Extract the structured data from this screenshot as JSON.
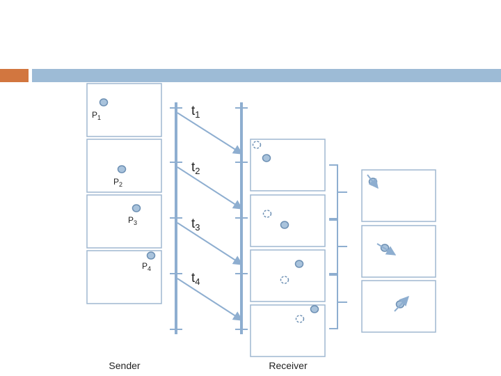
{
  "slide": {
    "colors": {
      "accent": "#d2763f",
      "bar": "#9dbbd6",
      "line": "#8eaed0",
      "frame": "#9fb7d0"
    }
  },
  "sender": {
    "label": "Sender",
    "packets": [
      {
        "name": "P",
        "sub": "1"
      },
      {
        "name": "P",
        "sub": "2"
      },
      {
        "name": "P",
        "sub": "3"
      },
      {
        "name": "P",
        "sub": "4"
      }
    ]
  },
  "receiver": {
    "label": "Receiver"
  },
  "timeline": {
    "ticks": [
      {
        "name": "t",
        "sub": "1"
      },
      {
        "name": "t",
        "sub": "2"
      },
      {
        "name": "t",
        "sub": "3"
      },
      {
        "name": "t",
        "sub": "4"
      }
    ]
  }
}
